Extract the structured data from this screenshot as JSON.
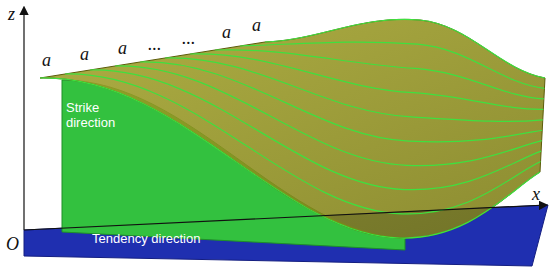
{
  "diagram": {
    "nodes": [
      {
        "text": [
          "Strike direction"
        ]
      },
      {
        "text": [
          "Tendency direction"
        ]
      }
    ],
    "labels": [
      "z",
      "a",
      "a",
      "a",
      "...",
      "...",
      "a",
      "a",
      "O",
      "x"
    ]
  }
}
